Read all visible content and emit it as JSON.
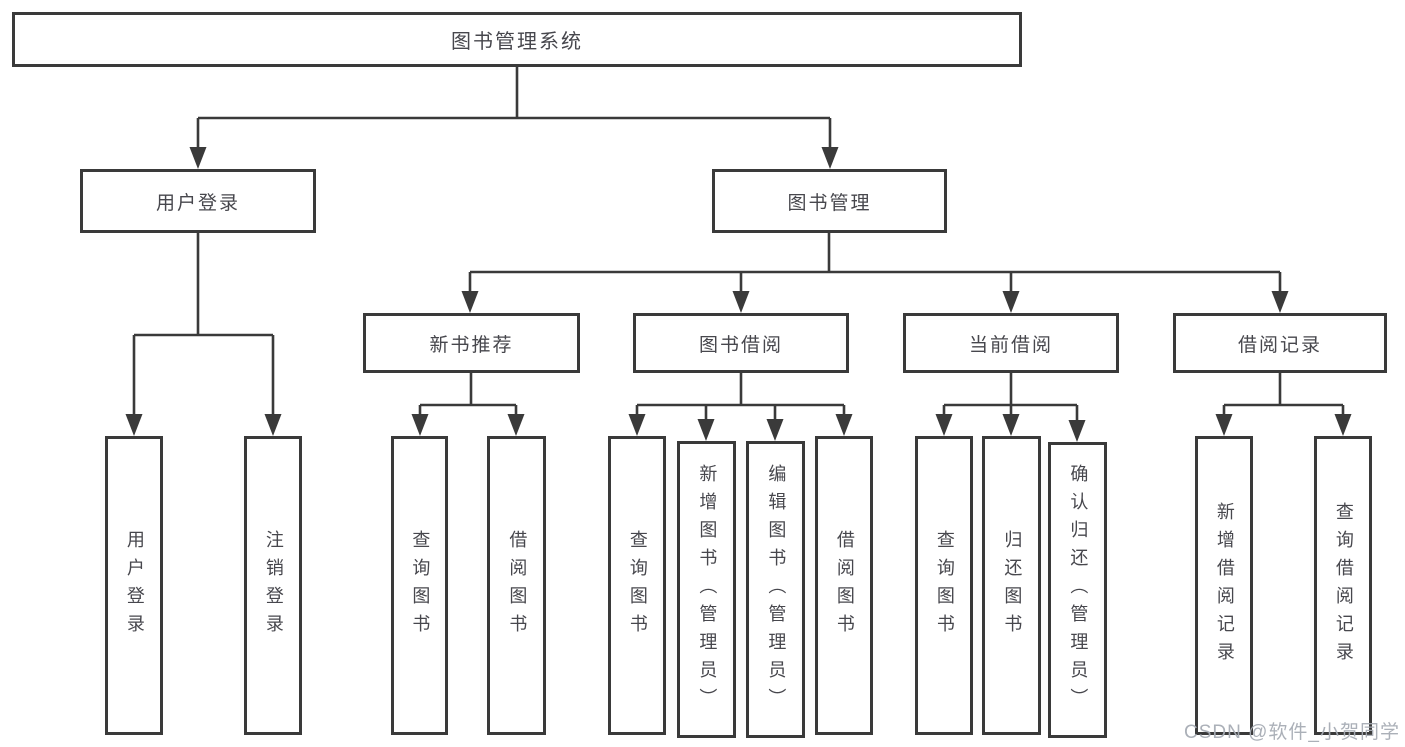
{
  "diagram": {
    "root": {
      "label": "图书管理系统"
    },
    "branches": [
      {
        "label": "用户登录",
        "children": [
          "用户登录",
          "注销登录"
        ]
      },
      {
        "label": "图书管理",
        "sections": [
          {
            "label": "新书推荐",
            "children": [
              "查询图书",
              "借阅图书"
            ]
          },
          {
            "label": "图书借阅",
            "children": [
              "查询图书",
              "新增图书（管理员）",
              "编辑图书（管理员）",
              "借阅图书"
            ]
          },
          {
            "label": "当前借阅",
            "children": [
              "查询图书",
              "归还图书",
              "确认归还（管理员）"
            ]
          },
          {
            "label": "借阅记录",
            "children": [
              "新增借阅记录",
              "查询借阅记录"
            ]
          }
        ]
      }
    ]
  },
  "watermark": "CSDN @软件_小贺同学",
  "colors": {
    "line": "#3a3a3a",
    "text": "#47474d",
    "watermark": "#a7acb4"
  }
}
